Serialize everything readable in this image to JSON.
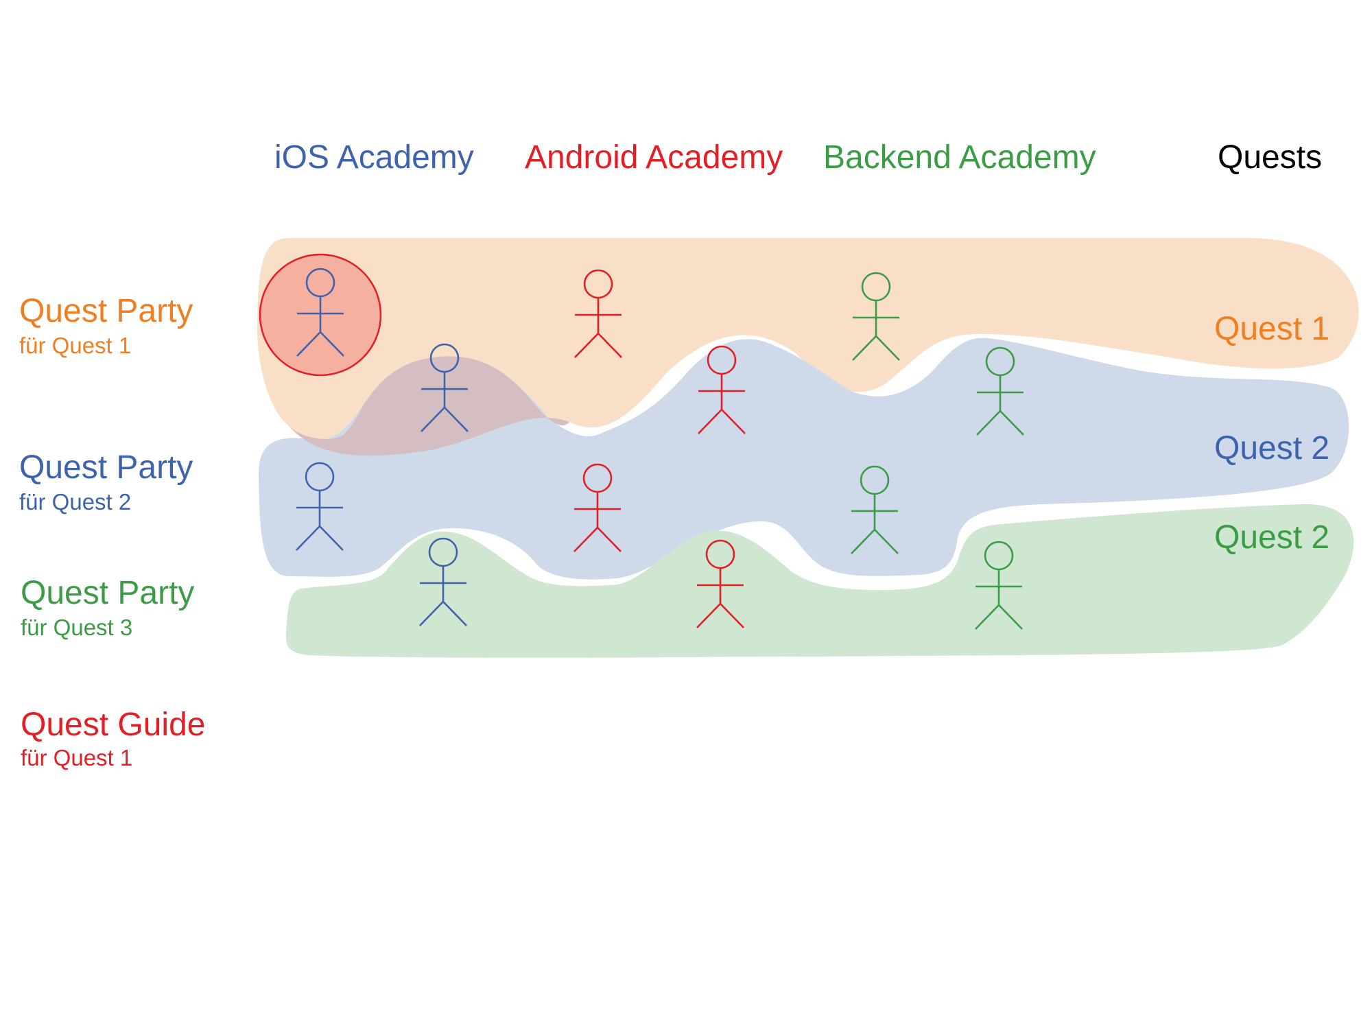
{
  "colors": {
    "ios": "#3e63ad",
    "android": "#e31e24",
    "backend": "#3b9c45",
    "quest1": "#ee7f23",
    "quests_header": "#000000",
    "band_quest1": "#f9dfc8",
    "band_quest2": "#ced9ea",
    "band_quest3": "#cfe6d1",
    "guide_fill": "#f6b09f",
    "overlap_fill": "#d5bec2"
  },
  "headers": {
    "ios": "iOS Academy",
    "android": "Android Academy",
    "backend": "Backend Academy",
    "quests": "Quests"
  },
  "legend": {
    "party1": {
      "title": "Quest Party",
      "sub": "für Quest 1"
    },
    "party2": {
      "title": "Quest Party",
      "sub": "für Quest 2"
    },
    "party3": {
      "title": "Quest Party",
      "sub": "für Quest 3"
    },
    "guide": {
      "title": "Quest Guide",
      "sub": "für Quest 1"
    }
  },
  "quest_labels": {
    "q1": "Quest 1",
    "q2": "Quest 2",
    "q3": "Quest 2"
  },
  "people": [
    {
      "academy": "ios",
      "quest": 1,
      "role": "guide"
    },
    {
      "academy": "ios",
      "quest": 1,
      "role": "member"
    },
    {
      "academy": "android",
      "quest": 1,
      "role": "member"
    },
    {
      "academy": "backend",
      "quest": 1,
      "role": "member"
    },
    {
      "academy": "ios",
      "quest": 2,
      "role": "member"
    },
    {
      "academy": "android",
      "quest": 2,
      "role": "member"
    },
    {
      "academy": "android",
      "quest": 2,
      "role": "member"
    },
    {
      "academy": "backend",
      "quest": 2,
      "role": "member"
    },
    {
      "academy": "backend",
      "quest": 2,
      "role": "member"
    },
    {
      "academy": "ios",
      "quest": 3,
      "role": "member"
    },
    {
      "academy": "android",
      "quest": 3,
      "role": "member"
    },
    {
      "academy": "backend",
      "quest": 3,
      "role": "member"
    }
  ]
}
